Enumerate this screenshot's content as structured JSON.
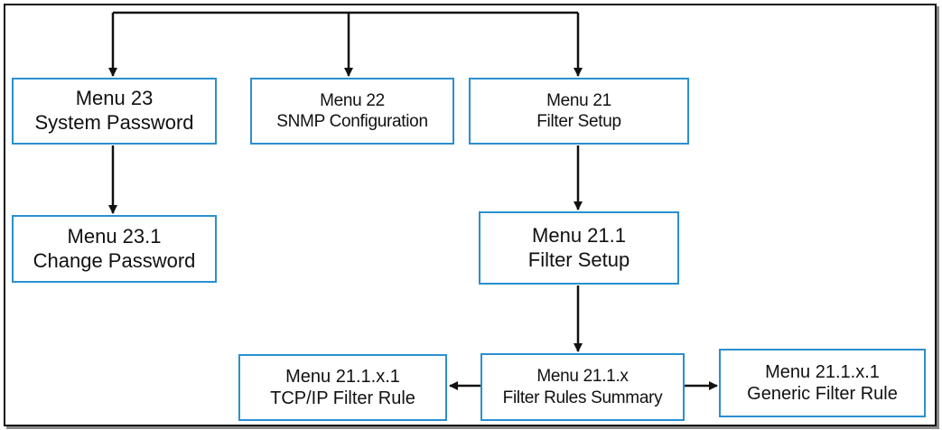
{
  "diagram": {
    "title": "",
    "nodes": [
      {
        "id": "menu-23",
        "lines": [
          "Menu 23",
          "System Password"
        ]
      },
      {
        "id": "menu-22",
        "lines": [
          "Menu 22",
          "SNMP Configuration"
        ]
      },
      {
        "id": "menu-21",
        "lines": [
          "Menu 21",
          "Filter Setup"
        ]
      },
      {
        "id": "menu-23-1",
        "lines": [
          "Menu 23.1",
          "Change Password"
        ]
      },
      {
        "id": "menu-21-1",
        "lines": [
          "Menu 21.1",
          "Filter Setup"
        ]
      },
      {
        "id": "menu-21-1-x",
        "lines": [
          "Menu 21.1.x",
          "Filter Rules Summary"
        ]
      },
      {
        "id": "menu-21-1-x-1-tcpip",
        "lines": [
          "Menu 21.1.x.1",
          "TCP/IP Filter Rule"
        ]
      },
      {
        "id": "menu-21-1-x-1-generic",
        "lines": [
          "Menu 21.1.x.1",
          "Generic Filter Rule"
        ]
      }
    ],
    "edges": [
      {
        "from": "top-bus",
        "to": "menu-23"
      },
      {
        "from": "top-bus",
        "to": "menu-22"
      },
      {
        "from": "top-bus",
        "to": "menu-21"
      },
      {
        "from": "menu-23",
        "to": "menu-23-1"
      },
      {
        "from": "menu-21",
        "to": "menu-21-1"
      },
      {
        "from": "menu-21-1",
        "to": "menu-21-1-x"
      },
      {
        "from": "menu-21-1-x",
        "to": "menu-21-1-x-1-tcpip"
      },
      {
        "from": "menu-21-1-x",
        "to": "menu-21-1-x-1-generic"
      }
    ],
    "colors": {
      "box_border": "#2b8fd0",
      "line": "#111111",
      "frame": "#111111",
      "shadow": "#8a8a8a"
    }
  }
}
